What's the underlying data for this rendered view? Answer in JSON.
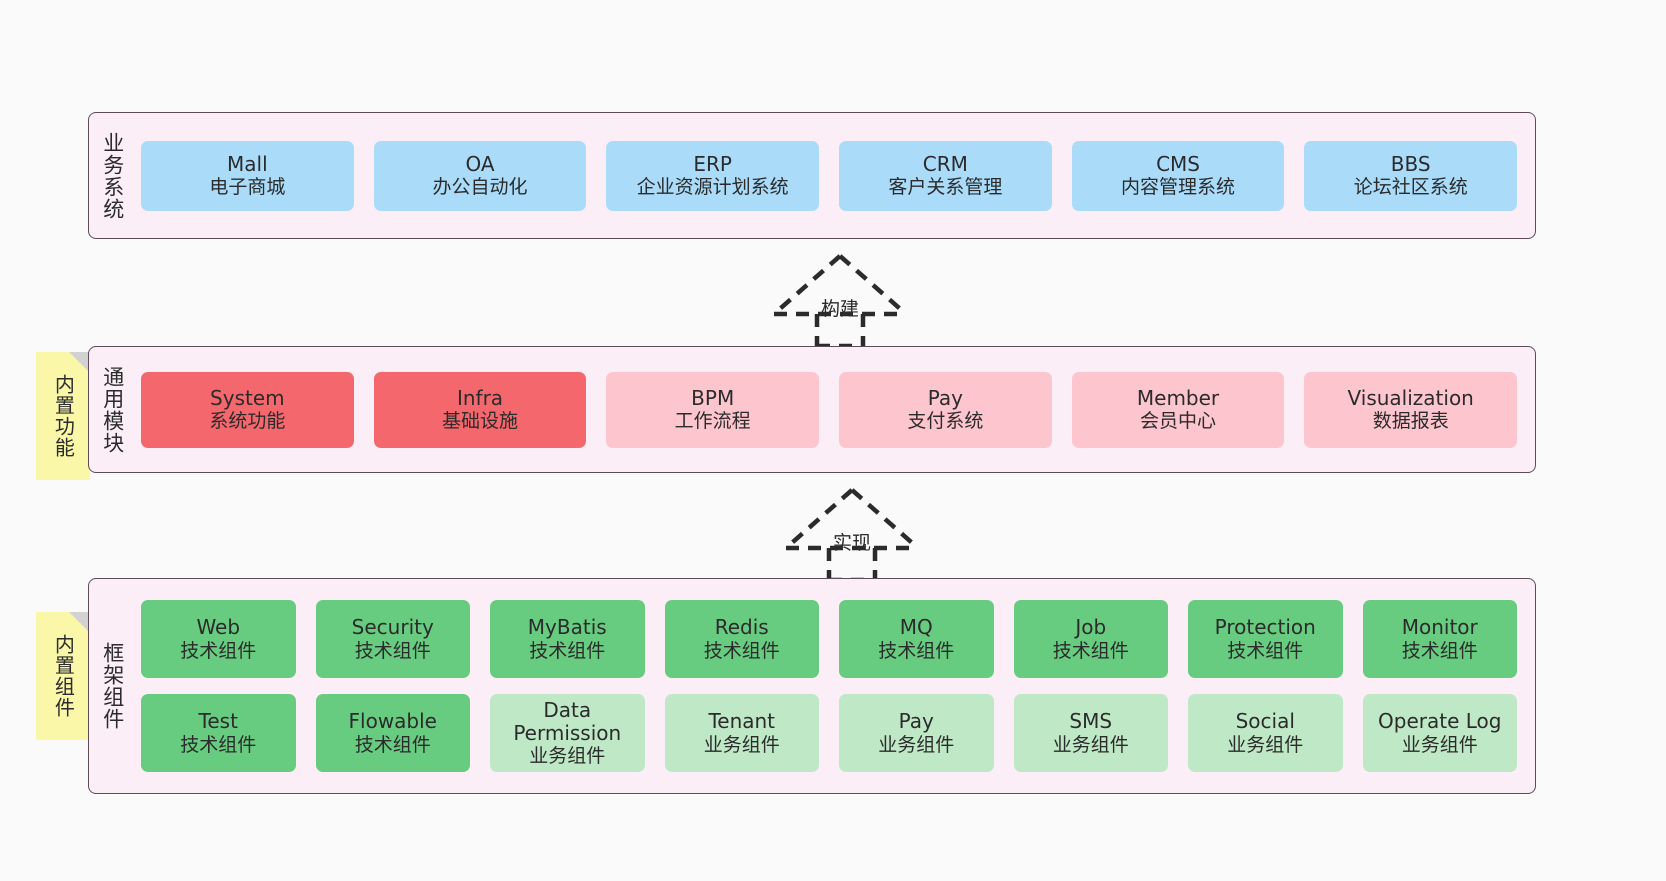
{
  "diagram": {
    "background": "#fafafa",
    "panel_bg": "#fbeef7",
    "panel_border": "#5e4b56",
    "note_bg": "#fbf7a8",
    "colors": {
      "business_card": "#aadcfa",
      "module_core": "#f4676d",
      "module_other": "#fdc5cd",
      "tech_component": "#67cc80",
      "business_component": "#bfe9c6"
    }
  },
  "notes": [
    {
      "id": "builtin-functions",
      "label": "内置功能"
    },
    {
      "id": "builtin-components",
      "label": "内置组件"
    }
  ],
  "connectors": [
    {
      "id": "build",
      "label": "构建",
      "style": "dashed-hollow-arrow-up"
    },
    {
      "id": "realize",
      "label": "实现",
      "style": "dashed-hollow-arrow-up"
    }
  ],
  "layers": [
    {
      "id": "business-systems",
      "title": "业务系统",
      "rows": [
        {
          "cards": [
            {
              "en": "Mall",
              "cn": "电子商城",
              "variant": "c-blue"
            },
            {
              "en": "OA",
              "cn": "办公自动化",
              "variant": "c-blue"
            },
            {
              "en": "ERP",
              "cn": "企业资源计划系统",
              "variant": "c-blue"
            },
            {
              "en": "CRM",
              "cn": "客户关系管理",
              "variant": "c-blue"
            },
            {
              "en": "CMS",
              "cn": "内容管理系统",
              "variant": "c-blue"
            },
            {
              "en": "BBS",
              "cn": "论坛社区系统",
              "variant": "c-blue"
            }
          ]
        }
      ]
    },
    {
      "id": "common-modules",
      "title": "通用模块",
      "rows": [
        {
          "cards": [
            {
              "en": "System",
              "cn": "系统功能",
              "variant": "c-red"
            },
            {
              "en": "Infra",
              "cn": "基础设施",
              "variant": "c-red"
            },
            {
              "en": "BPM",
              "cn": "工作流程",
              "variant": "c-pink"
            },
            {
              "en": "Pay",
              "cn": "支付系统",
              "variant": "c-pink"
            },
            {
              "en": "Member",
              "cn": "会员中心",
              "variant": "c-pink"
            },
            {
              "en": "Visualization",
              "cn": "数据报表",
              "variant": "c-pink"
            }
          ]
        }
      ]
    },
    {
      "id": "framework-components",
      "title": "框架组件",
      "rows": [
        {
          "cards": [
            {
              "en": "Web",
              "cn": "技术组件",
              "variant": "c-green-dark"
            },
            {
              "en": "Security",
              "cn": "技术组件",
              "variant": "c-green-dark"
            },
            {
              "en": "MyBatis",
              "cn": "技术组件",
              "variant": "c-green-dark"
            },
            {
              "en": "Redis",
              "cn": "技术组件",
              "variant": "c-green-dark"
            },
            {
              "en": "MQ",
              "cn": "技术组件",
              "variant": "c-green-dark"
            },
            {
              "en": "Job",
              "cn": "技术组件",
              "variant": "c-green-dark"
            },
            {
              "en": "Protection",
              "cn": "技术组件",
              "variant": "c-green-dark"
            },
            {
              "en": "Monitor",
              "cn": "技术组件",
              "variant": "c-green-dark"
            }
          ]
        },
        {
          "cards": [
            {
              "en": "Test",
              "cn": "技术组件",
              "variant": "c-green-dark"
            },
            {
              "en": "Flowable",
              "cn": "技术组件",
              "variant": "c-green-dark"
            },
            {
              "en": "Data Permission",
              "cn": "业务组件",
              "variant": "c-green-light"
            },
            {
              "en": "Tenant",
              "cn": "业务组件",
              "variant": "c-green-light"
            },
            {
              "en": "Pay",
              "cn": "业务组件",
              "variant": "c-green-light"
            },
            {
              "en": "SMS",
              "cn": "业务组件",
              "variant": "c-green-light"
            },
            {
              "en": "Social",
              "cn": "业务组件",
              "variant": "c-green-light"
            },
            {
              "en": "Operate Log",
              "cn": "业务组件",
              "variant": "c-green-light"
            }
          ]
        }
      ]
    }
  ]
}
